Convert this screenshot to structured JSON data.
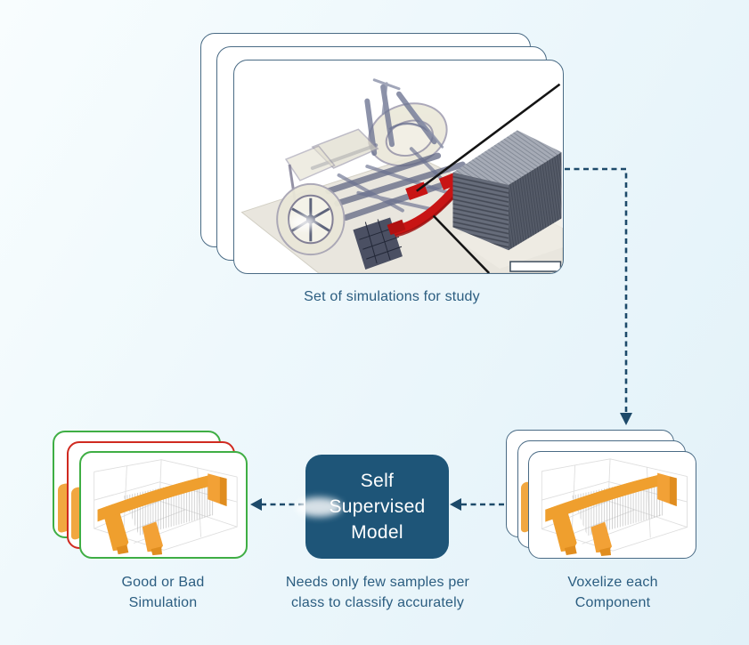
{
  "colors": {
    "background_start": "#f8fdfe",
    "background_end": "#e2f1f8",
    "accent": "#1d4a6a",
    "card_border": "#4a6b85",
    "model_box_bg": "#1e5578",
    "model_box_text": "#ffffff",
    "caption_text": "#2b5d80",
    "good_border": "#3fae44",
    "bad_border": "#d02a20",
    "component_orange": "#f0a030",
    "highlight_red": "#c81414"
  },
  "nodes": {
    "simulations": {
      "caption": "Set of simulations for study"
    },
    "voxelize": {
      "caption_lines": [
        "Voxelize each",
        "Component"
      ]
    },
    "model": {
      "title_lines": [
        "Self",
        "Supervised",
        "Model"
      ],
      "caption_lines": [
        "Needs only few samples per",
        "class to classify accurately"
      ]
    },
    "classification": {
      "caption_lines": [
        "Good or Bad",
        "Simulation"
      ]
    }
  }
}
